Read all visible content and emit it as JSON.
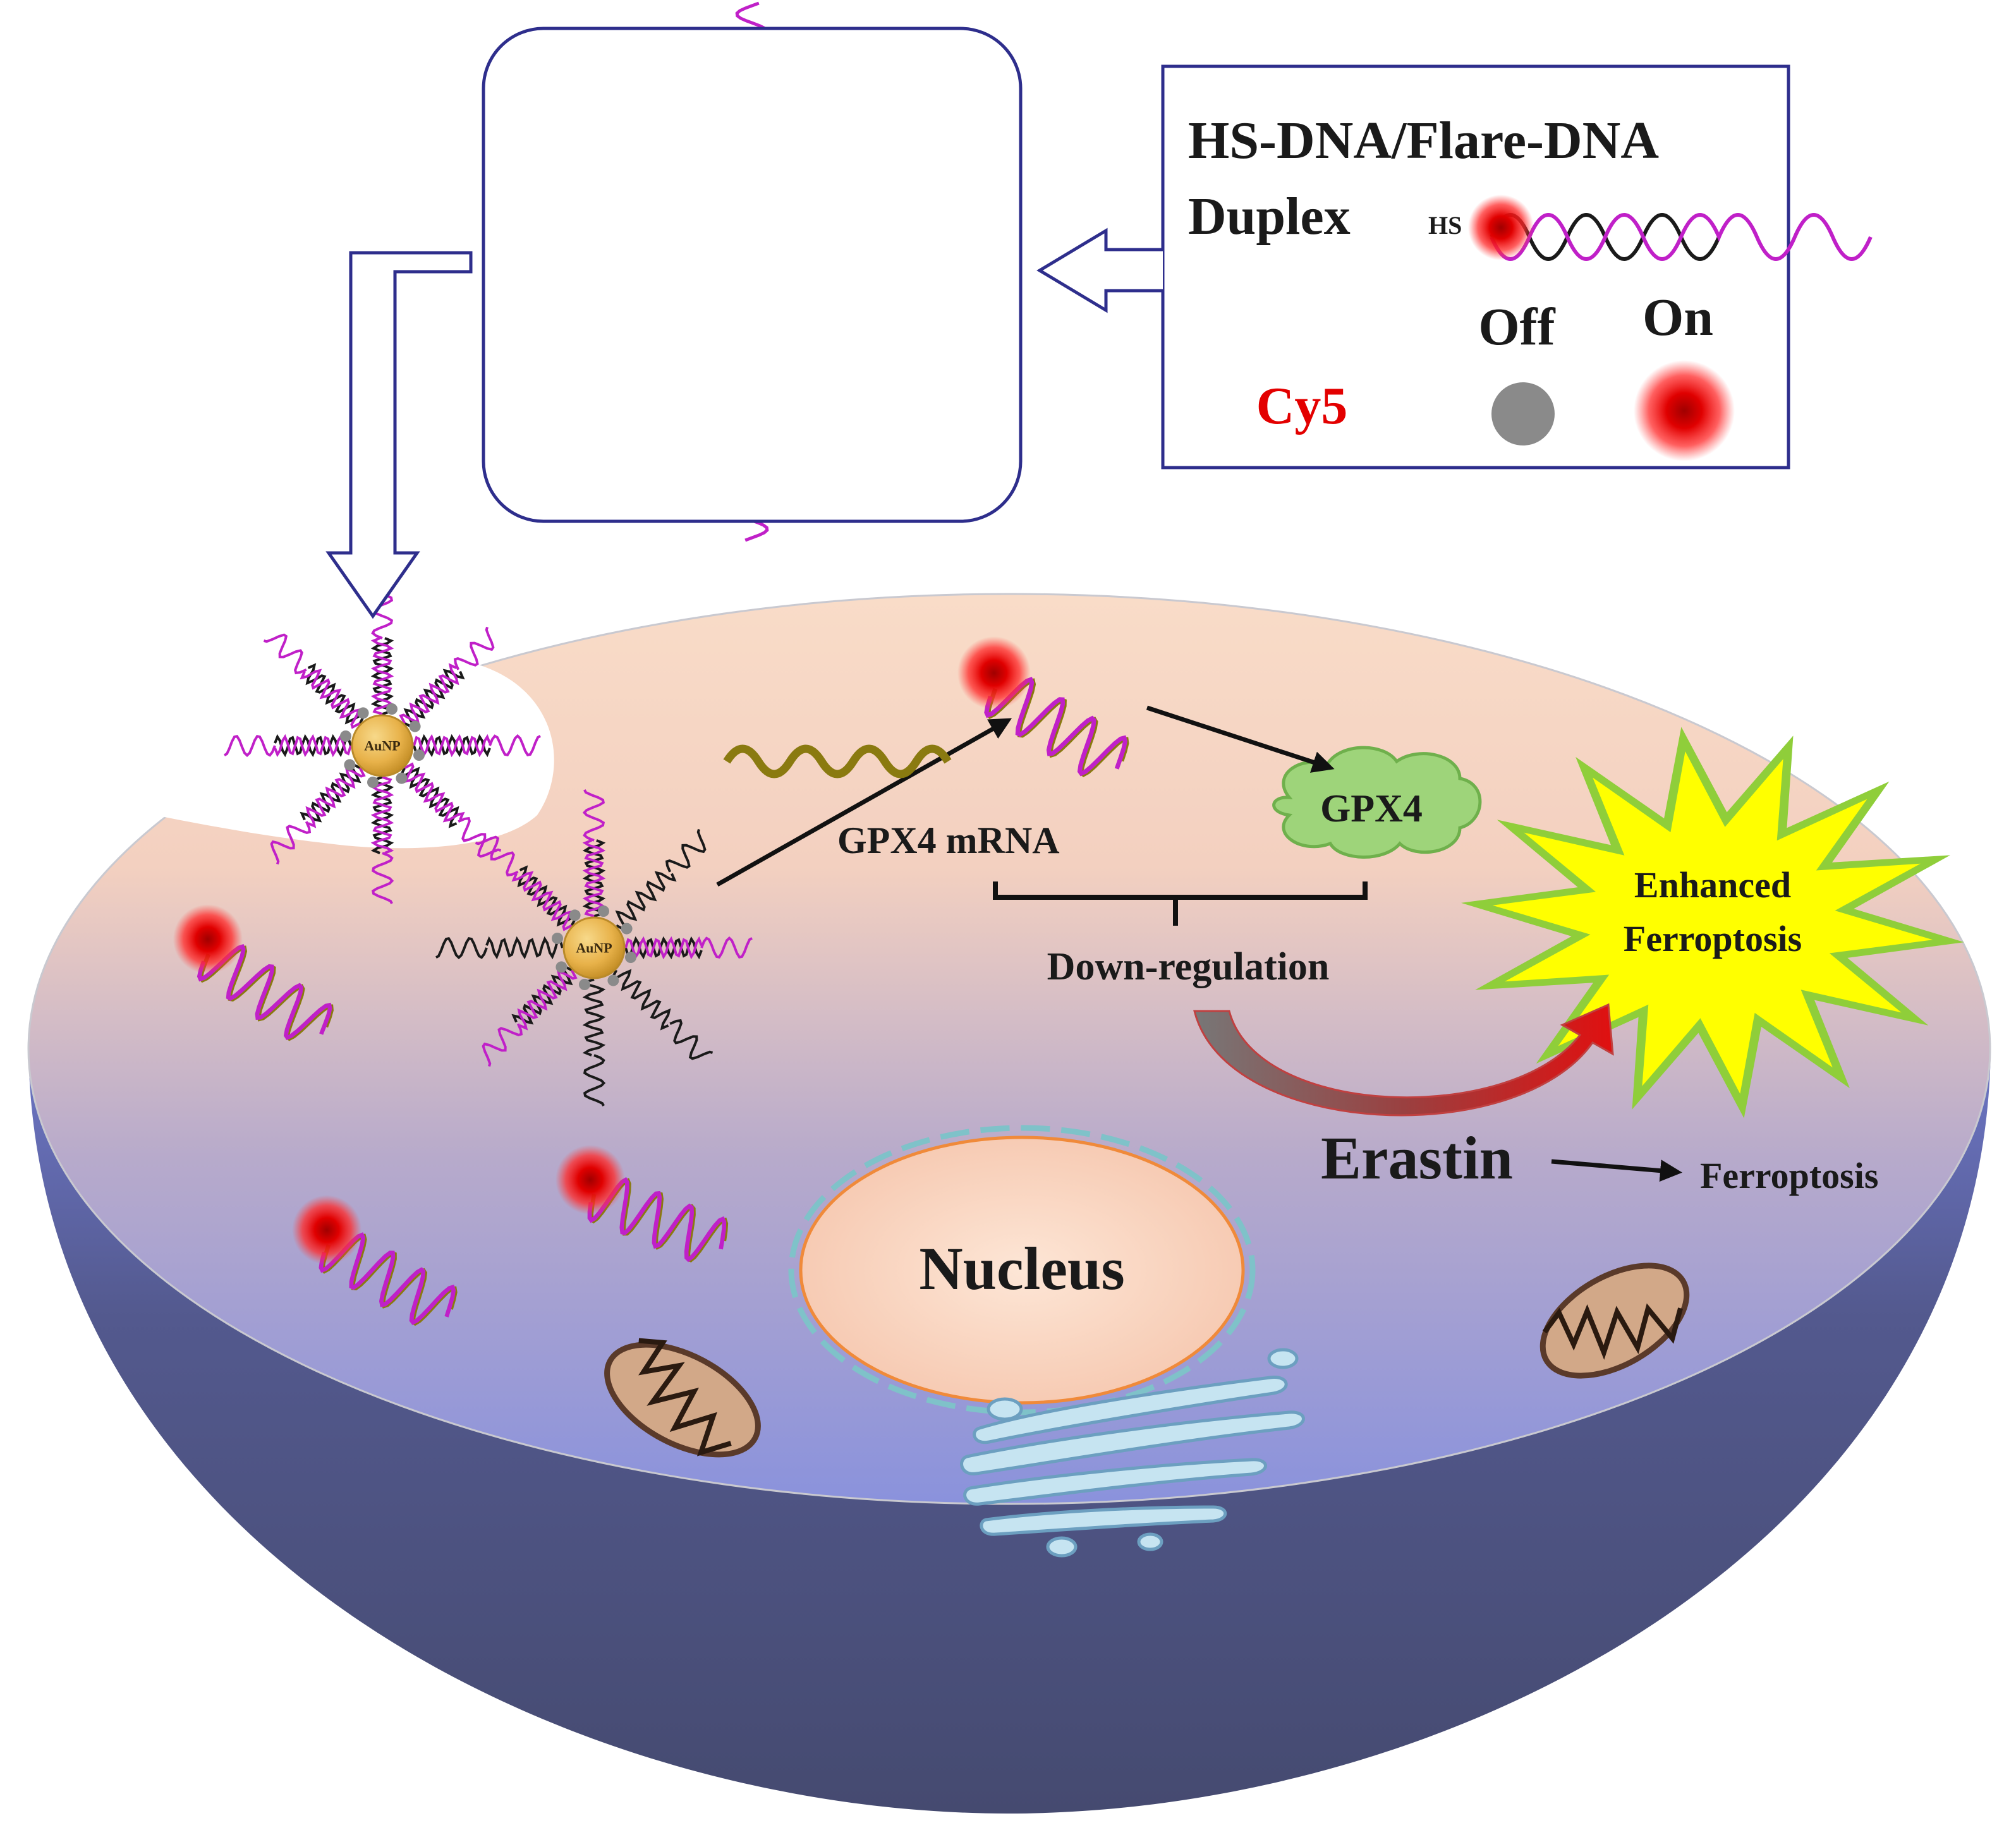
{
  "legend": {
    "title_line1": "HS-DNA/Flare-DNA",
    "title_line2": "Duplex",
    "hs_prefix": "HS",
    "off_label": "Off",
    "on_label": "On",
    "dye_label": "Cy5"
  },
  "particle": {
    "label": "AuNP"
  },
  "cell": {
    "mrna_label": "GPX4 mRNA",
    "protein_label": "GPX4",
    "down_regulation_label": "Down-regulation",
    "enhanced_line1": "Enhanced",
    "enhanced_line2": "Ferroptosis",
    "drug_label": "Erastin",
    "outcome_label": "Ferroptosis",
    "nucleus_label": "Nucleus"
  },
  "colors": {
    "gold": "#e8b24a",
    "magenta": "#c020c8",
    "dna_black": "#1a1a1a",
    "olive": "#8a7a10",
    "cy5_red": "#e30000",
    "off_gray": "#8a8a8a",
    "frame_navy": "#2e2e8c",
    "gpx4_green": "#9ed47a",
    "burst_yellow": "#ffff00",
    "burst_green": "#8fce3a"
  }
}
